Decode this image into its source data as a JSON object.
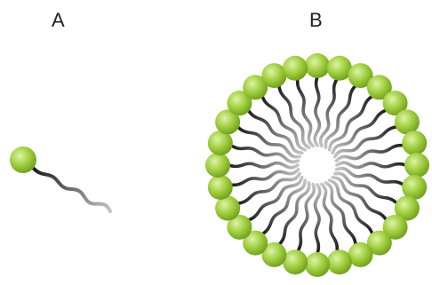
{
  "labels": {
    "a": "A",
    "b": "B"
  },
  "colors": {
    "head_fill": "#9ccc3a",
    "head_highlight": "#dff3a6",
    "head_shadow": "#6e9a1c",
    "tail_dark": "#1a1a1a",
    "tail_light": "#c4c4c4"
  },
  "micelle": {
    "molecule_count": 28
  }
}
